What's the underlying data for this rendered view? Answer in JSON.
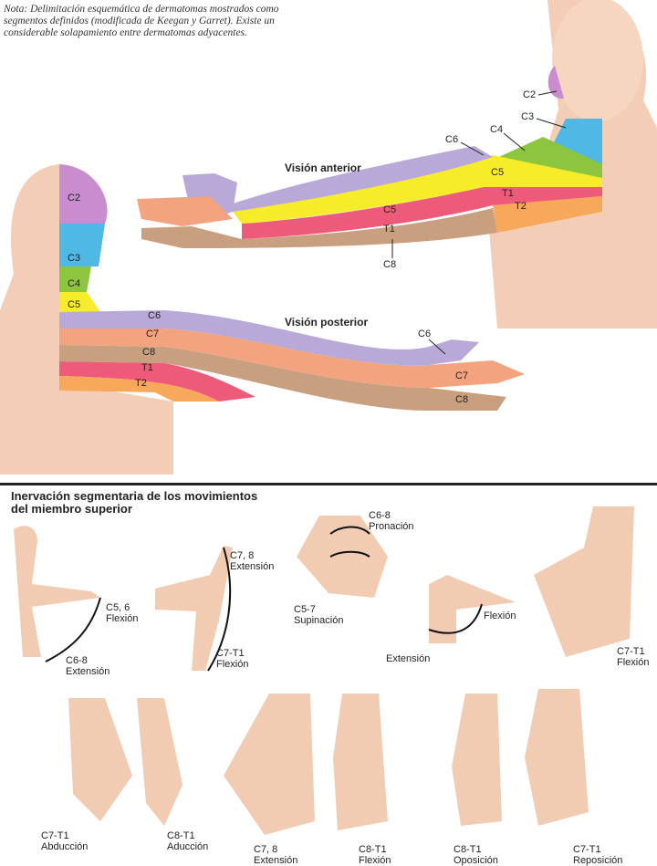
{
  "note": "Nota: Delimitación esquemática de dermatomas mostrados como segmentos definidos (modificada de Keegan y Garret). Existe un considerable solapamiento entre dermatomas adyacentes.",
  "anterior": {
    "title": "Visión anterior",
    "labels": [
      "C2",
      "C3",
      "C4",
      "C6",
      "C5",
      "T1",
      "T2",
      "C5",
      "T1",
      "C8"
    ]
  },
  "posterior": {
    "title": "Visión posterior",
    "labels": [
      "C2",
      "C3",
      "C4",
      "C5",
      "C6",
      "C7",
      "C8",
      "T1",
      "T2",
      "C6",
      "C7",
      "C8"
    ]
  },
  "movements": {
    "title_line1": "Inervación segmentaria de los movimientos",
    "title_line2": "del miembro superior",
    "items": [
      {
        "seg": "C5, 6",
        "mov": "Flexión"
      },
      {
        "seg": "C6-8",
        "mov": "Extensión"
      },
      {
        "seg": "C7, 8",
        "mov": "Extensión"
      },
      {
        "seg": "C7-T1",
        "mov": "Flexión"
      },
      {
        "seg": "C6-8",
        "mov": "Pronación"
      },
      {
        "seg": "C5-7",
        "mov": "Supinación"
      },
      {
        "seg": "",
        "mov": "Flexión"
      },
      {
        "seg": "",
        "mov": "Extensión"
      },
      {
        "seg": "C7-T1",
        "mov": "Flexión"
      },
      {
        "seg": "C7-T1",
        "mov": "Abducción"
      },
      {
        "seg": "C8-T1",
        "mov": "Aducción"
      },
      {
        "seg": "C7, 8",
        "mov": "Extensión"
      },
      {
        "seg": "C8-T1",
        "mov": "Flexión"
      },
      {
        "seg": "C8-T1",
        "mov": "Oposición"
      },
      {
        "seg": "C7-T1",
        "mov": "Reposición"
      }
    ]
  },
  "colors": {
    "skin": "#f3cdb5",
    "C2": "#c88ccf",
    "C3": "#4fb8e4",
    "C4": "#8cc63f",
    "C5": "#f7ec2a",
    "C6": "#b9a9d8",
    "C7": "#f4a37f",
    "C8": "#c9a07f",
    "T1": "#ee5a7a",
    "T2": "#f7a85a"
  }
}
